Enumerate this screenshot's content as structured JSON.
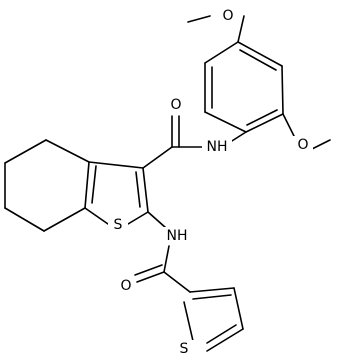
{
  "structure": {
    "colors": {
      "bond": "#000000",
      "label": "#000000",
      "background": "#ffffff"
    },
    "atom_labels": {
      "o_methoxy_top": "O",
      "o_methoxy_right": "O",
      "o_amide_upper": "O",
      "n_amide_upper": "NH",
      "s_benzothiophene": "S",
      "n_amide_lower": "NH",
      "o_amide_lower": "O",
      "s_thiophene": "S"
    }
  }
}
